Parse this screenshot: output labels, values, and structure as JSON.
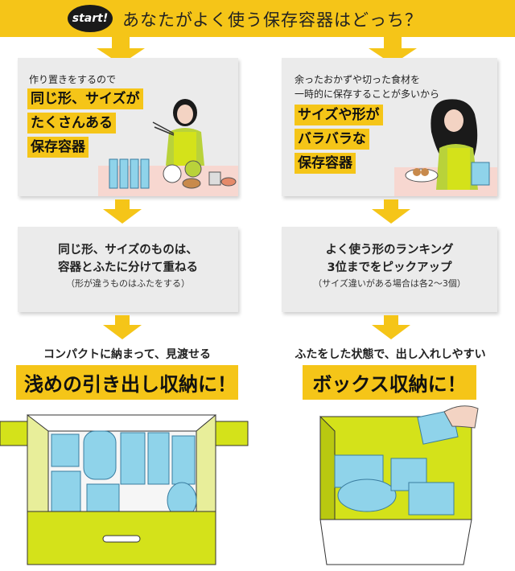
{
  "header": {
    "start_label": "start!",
    "title": "あなたがよく使う保存容器はどっち？"
  },
  "left": {
    "intro": "作り置きをするので",
    "highlight_lines": [
      "同じ形、サイズが",
      "たくさんある",
      "保存容器"
    ],
    "step_lines": [
      "同じ形、サイズのものは、",
      "容器とふたに分けて重ねる"
    ],
    "step_note": "（形が違うものはふたをする）",
    "result_sub": "コンパクトに納まって、見渡せる",
    "result_main": "浅めの引き出し収納に！"
  },
  "right": {
    "intro_lines": [
      "余ったおかずや切った食材を",
      "一時的に保存することが多いから"
    ],
    "highlight_lines": [
      "サイズや形が",
      "バラバラな",
      "保存容器"
    ],
    "step_lines": [
      "よく使う形のランキング",
      "3位までをピックアップ"
    ],
    "step_note": "（サイズ違いがある場合は各2〜3個）",
    "result_sub": "ふたをした状態で、出し入れしやすい",
    "result_main": "ボックス収納に！"
  },
  "colors": {
    "accent_yellow": "#f5c518",
    "card_gray": "#ebebeb",
    "lime": "#d4e21a",
    "container_blue": "#8fd3ea",
    "band_pink": "#f7d7d0"
  }
}
